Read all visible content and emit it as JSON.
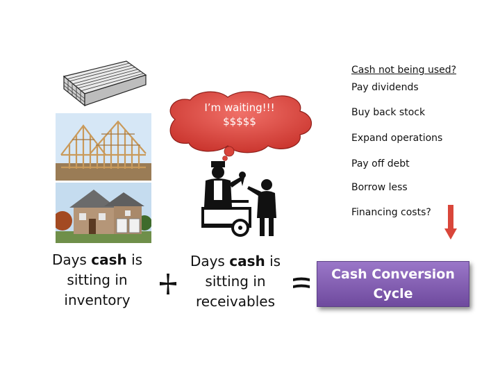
{
  "bubble": {
    "line1": "I’m waiting!!!",
    "line2": "$$$$$"
  },
  "options": {
    "title": "Cash not being used?",
    "items": [
      "Pay dividends",
      "Buy back stock",
      "Expand operations",
      "Pay off debt",
      "Borrow less",
      "Financing costs?"
    ]
  },
  "formula": {
    "term1": {
      "before": "Days ",
      "bold": "cash",
      "after": " is sitting in inventory"
    },
    "term2": {
      "before": "Days ",
      "bold": "cash",
      "after": " is sitting in receivables"
    },
    "result": "Cash Conversion Cycle"
  },
  "colors": {
    "bubble": "#e0443a",
    "result_box": "#7d57b0",
    "arrow": "#d9463a"
  },
  "icons": {
    "plus": "plus-sign-icon",
    "equals": "equals-sign-icon",
    "arrow": "down-arrow-icon"
  }
}
